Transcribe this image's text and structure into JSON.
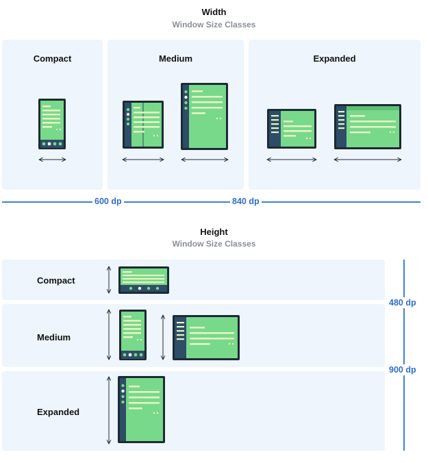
{
  "width_section": {
    "title": "Width",
    "subtitle": "Window Size Classes",
    "panels": [
      "Compact",
      "Medium",
      "Expanded"
    ],
    "breakpoints": [
      "600 dp",
      "840 dp"
    ]
  },
  "height_section": {
    "title": "Height",
    "subtitle": "Window Size Classes",
    "rows": [
      "Compact",
      "Medium",
      "Expanded"
    ],
    "breakpoints": [
      "480 dp",
      "900 dp"
    ]
  },
  "colors": {
    "panel_bg": "#eef5fc",
    "accent": "#3f7fd6",
    "device_frame": "#1c2a36",
    "rail": "#2e4d66",
    "screen": "#78d98a",
    "content_line": "#e9f6c4"
  },
  "icons": [
    "phone-portrait-icon",
    "foldable-icon",
    "tablet-portrait-icon",
    "tablet-landscape-icon",
    "desktop-icon",
    "double-arrow-icon"
  ]
}
